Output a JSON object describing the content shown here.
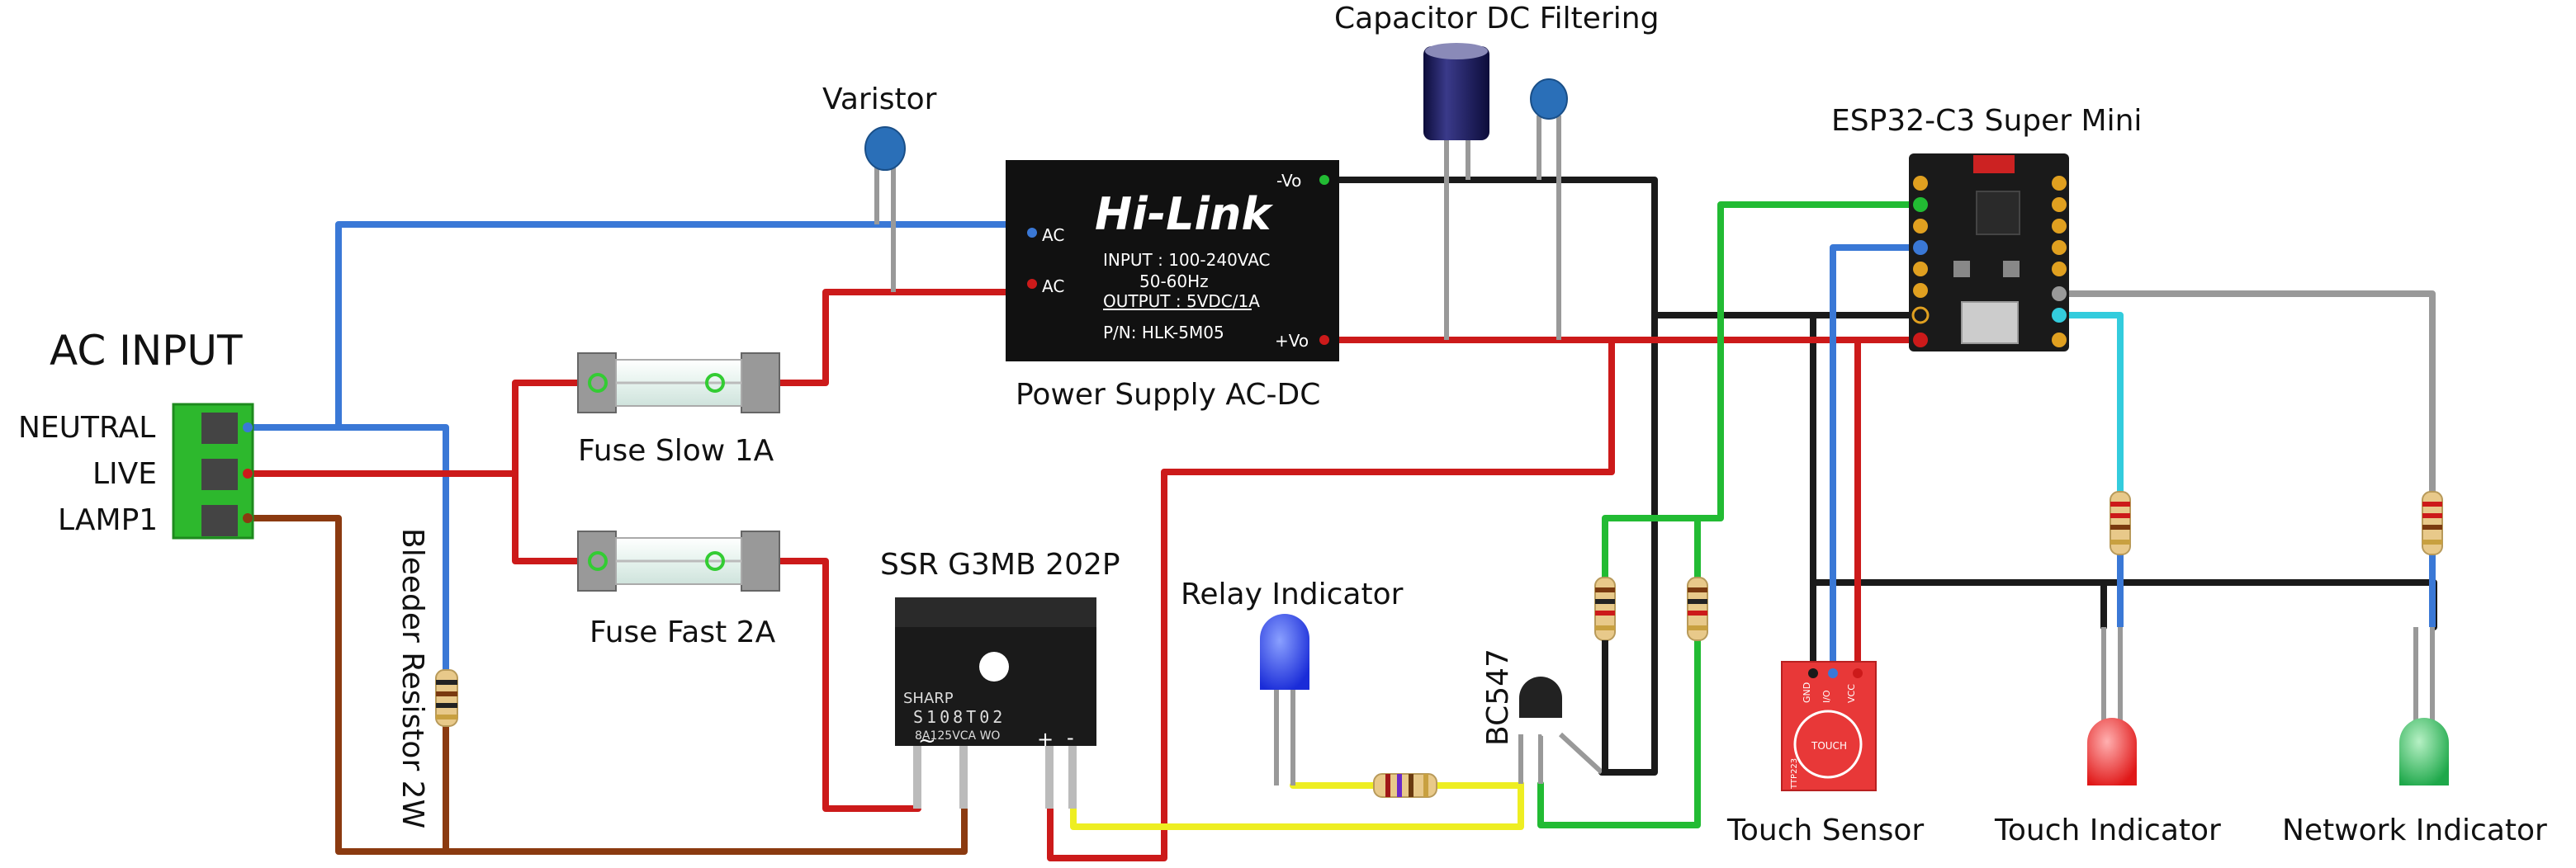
{
  "colors": {
    "neutral_wire": "#3a78d6",
    "live_wire": "#cc1a1a",
    "lamp_wire": "#8b3a10",
    "ground_wire": "#1a1a1a",
    "dc_positive_wire": "#cc1a1a",
    "signal_green": "#22bb33",
    "signal_yellow": "#eeee22",
    "signal_cyan": "#33ccdd",
    "signal_gray": "#999999",
    "terminal_green": "#2db82d",
    "module_black": "#111111"
  },
  "labels": {
    "ac_input": "AC INPUT",
    "neutral": "NEUTRAL",
    "live": "LIVE",
    "lamp1": "LAMP1",
    "varistor": "Varistor",
    "capacitor_filtering": "Capacitor DC Filtering",
    "esp32": "ESP32-C3 Super Mini",
    "power_supply": "Power Supply AC-DC",
    "fuse_slow": "Fuse Slow 1A",
    "fuse_fast": "Fuse Fast 2A",
    "ssr": "SSR G3MB 202P",
    "relay_indicator": "Relay Indicator",
    "bc547": "BC547",
    "bleeder": "Bleeder Resistor 2W",
    "touch_sensor": "Touch Sensor",
    "touch_indicator": "Touch Indicator",
    "network_indicator": "Network Indicator"
  },
  "hilink": {
    "logo": "Hi-Link",
    "input": "INPUT : 100-240VAC",
    "freq": "50-60Hz",
    "output": "OUTPUT : 5VDC/1A",
    "pn": "P/N: HLK-5M05",
    "pin_ac1": "AC",
    "pin_ac2": "AC",
    "pin_vneg": "-Vo",
    "pin_vpos": "+Vo"
  },
  "ssr_body": {
    "brand": "SHARP",
    "part": "S108T02",
    "rating": "8A125VCA WO",
    "pin_ac": "~",
    "pin_plus": "+",
    "pin_minus": "-"
  },
  "touch_module": {
    "pin_gnd": "GND",
    "pin_io": "I/O",
    "pin_vcc": "VCC",
    "pad": "TOUCH",
    "chip": "TTP223"
  },
  "transistor_mark": "N"
}
